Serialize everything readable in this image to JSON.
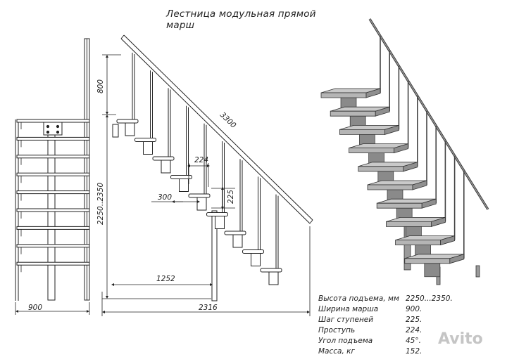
{
  "title": "Лестница модульная прямой марш",
  "dimensions": {
    "railing_height": "800",
    "total_height": "2250..2350",
    "rail_length": "3300",
    "tread_depth": "224",
    "step_pitch": "300",
    "step_rise": "225",
    "horizontal_run": "1252",
    "total_length": "2316",
    "width": "900"
  },
  "specs": [
    {
      "label": "Высота подъема, мм",
      "value": "2250...2350."
    },
    {
      "label": "Ширина марша",
      "value": "900."
    },
    {
      "label": "Шаг ступеней",
      "value": "225."
    },
    {
      "label": "Проступь",
      "value": "224."
    },
    {
      "label": "Угол подъема",
      "value": "45°."
    },
    {
      "label": "Масса, кг",
      "value": "152."
    }
  ],
  "watermark": "Avito",
  "colors": {
    "line": "#222222",
    "tread": "#c9c9c9",
    "metal": "#7a7a7a",
    "dark": "#4a4a4a"
  }
}
